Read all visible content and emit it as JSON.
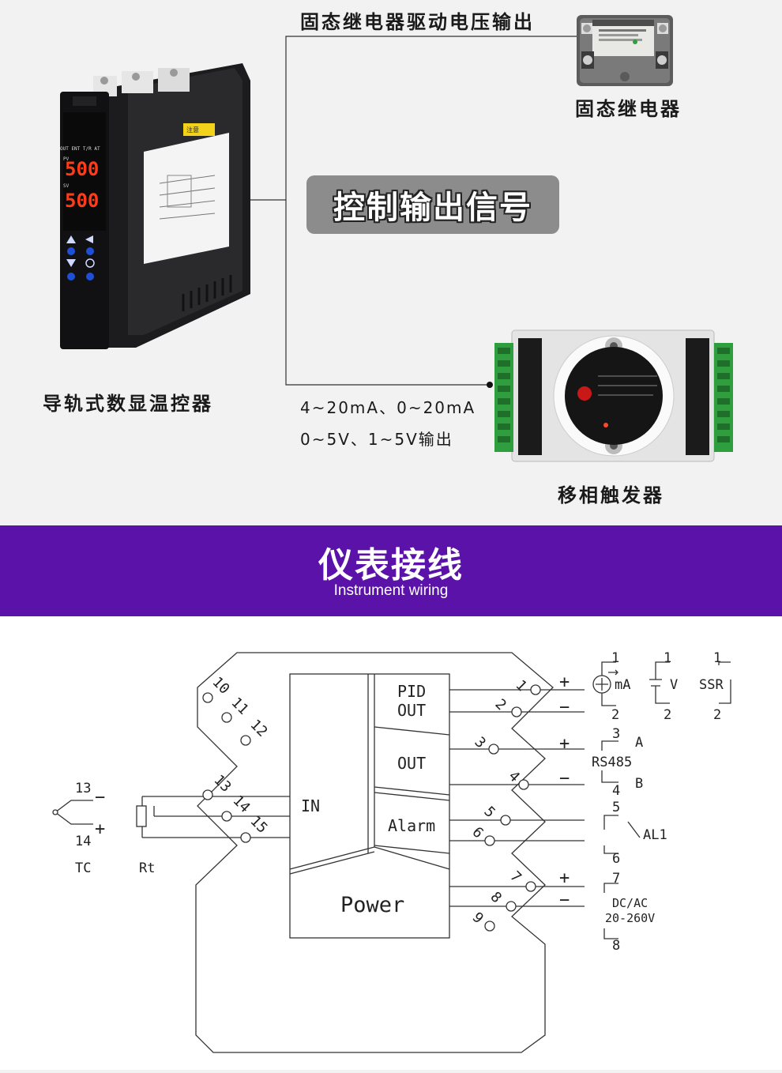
{
  "top": {
    "ssr_drive_output": "固态继电器驱动电压输出",
    "ssr_name": "固态继电器",
    "control_output_signal": "控制输出信号",
    "din_controller_name": "导轨式数显温控器",
    "analog_output_line1": "4~20mA、0~20mA",
    "analog_output_line2": "0~5V、1~5V输出",
    "phase_trigger_name": "移相触发器"
  },
  "device": {
    "pv_value": "500",
    "sv_value": "500",
    "indicator_labels": "OUT ENT T/R AT",
    "pv_label": "PV",
    "sv_label": "SV",
    "caution_label": "注意"
  },
  "banner": {
    "title": "仪表接线",
    "subtitle": "Instrument wiring"
  },
  "diagram": {
    "terminals": [
      "1",
      "2",
      "3",
      "4",
      "5",
      "6",
      "7",
      "8",
      "9",
      "10",
      "11",
      "12",
      "13",
      "14",
      "15"
    ],
    "block_pid_out_1": "PID",
    "block_pid_out_2": "OUT",
    "block_out": "OUT",
    "block_alarm": "Alarm",
    "block_in": "IN",
    "block_power": "Power",
    "out_ma": "mA",
    "out_v": "V",
    "out_ssr": "SSR",
    "rs485": "RS485",
    "rs485_a": "A",
    "rs485_b": "B",
    "alarm_label": "AL1",
    "power_label_1": "DC/AC",
    "power_label_2": "20-260V",
    "tc_label": "TC",
    "rt_label": "Rt",
    "plus": "+",
    "minus": "−"
  },
  "colors": {
    "banner": "#5a12a8",
    "badge": "#8c8c8c",
    "display_red": "#ff3b1a",
    "terminal_green": "#2e9e3e",
    "button_blue": "#1e4fd6"
  }
}
